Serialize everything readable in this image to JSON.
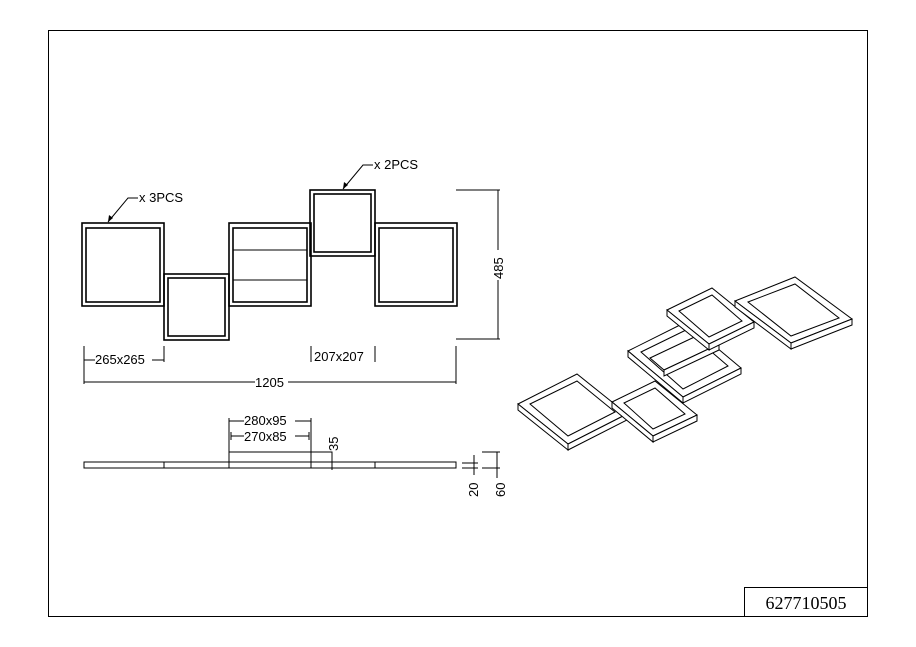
{
  "drawing": {
    "part_code": "627710505",
    "top_view": {
      "note_3pcs": "x 3PCS",
      "note_2pcs": "x 2PCS",
      "size_large": "265x265",
      "size_small": "207x207",
      "total_width": "1205",
      "total_depth": "485"
    },
    "side_view": {
      "canopy_outer": "280x95",
      "canopy_inner": "270x85",
      "canopy_height": "35",
      "frame_thickness": "20",
      "total_height": "60"
    }
  },
  "colors": {
    "line": "#000000",
    "background": "#ffffff"
  }
}
